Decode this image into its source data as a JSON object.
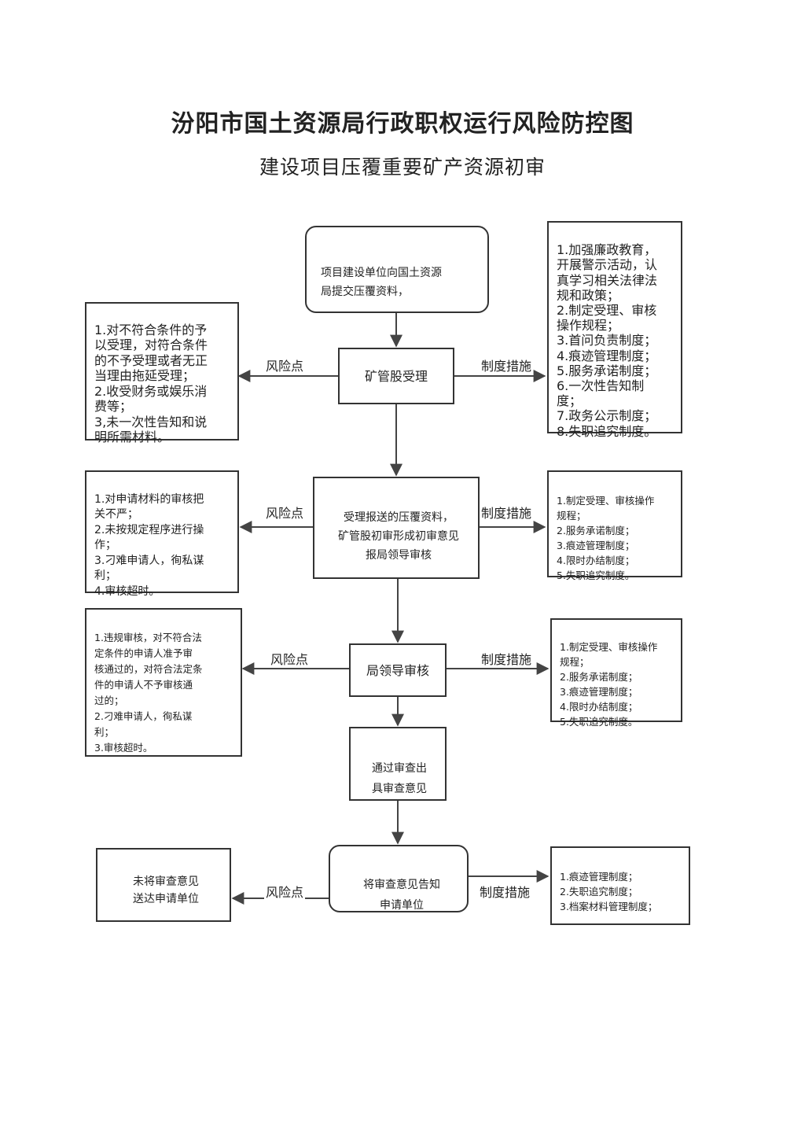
{
  "title": "汾阳市国土资源局行政职权运行风险防控图",
  "subtitle": "建设项目压覆重要矿产资源初审",
  "labels": {
    "risk": "风险点",
    "measures": "制度措施"
  },
  "steps": [
    {
      "text": "项目建设单位向国土资源\n局提交压覆资料，"
    },
    {
      "text": "矿管股受理"
    },
    {
      "text": "受理报送的压覆资料，\n矿管股初审形成初审意见\n报局领导审核"
    },
    {
      "text": "局领导审核"
    },
    {
      "text": "通过审查出\n具审查意见"
    },
    {
      "text": "将审查意见告知\n申请单位"
    }
  ],
  "risks": [
    {
      "text": "1.对不符合条件的予\n以受理，对符合条件\n的不予受理或者无正\n当理由拖延受理；\n2.收受财务或娱乐消\n费等；\n3,未一次性告知和说\n明所需材料。"
    },
    {
      "text": "1.对申请材料的审核把\n关不严；\n2.未按规定程序进行操\n作；\n3.刁难申请人，徇私谋\n利；\n4.审核超时。"
    },
    {
      "text": "1.违规审核，对不符合法\n定条件的申请人准予审\n核通过的，对符合法定条\n件的申请人不予审核通\n过的；\n2.刁难申请人，徇私谋\n利；\n3.审核超时。"
    },
    {
      "text": "未将审查意见\n送达申请单位"
    }
  ],
  "measures": [
    {
      "text": "1.加强廉政教育，\n开展警示活动，认\n真学习相关法律法\n规和政策；\n2.制定受理、审核\n操作规程；\n3.首问负责制度；\n4.痕迹管理制度；\n5.服务承诺制度；\n6.一次性告知制\n度；\n7.政务公示制度；\n8.失职追究制度。"
    },
    {
      "text": "1.制定受理、审核操作\n规程；\n2.服务承诺制度；\n3.痕迹管理制度；\n4.限时办结制度；\n5.失职追究制度。"
    },
    {
      "text": "1.制定受理、审核操作\n规程；\n2.服务承诺制度；\n3.痕迹管理制度；\n4.限时办结制度；\n5.失职追究制度。"
    },
    {
      "text": "1.痕迹管理制度；\n2.失职追究制度；\n3.档案材料管理制度；"
    }
  ]
}
